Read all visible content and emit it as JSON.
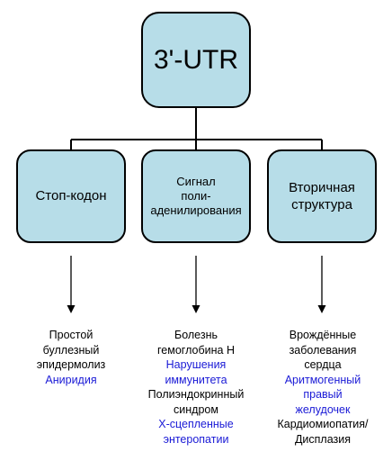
{
  "diagram": {
    "root": {
      "label": "3'-UTR"
    },
    "nodes": [
      {
        "label": "Стоп-кодон"
      },
      {
        "label": "Сигнал\nполи-\nаденилирования"
      },
      {
        "label": "Вторичная\nструктура"
      }
    ],
    "descriptions": [
      [
        {
          "text": "Простой\nбуллезный\nэпидермолиз",
          "style": "plain"
        },
        {
          "text": "Аниридия",
          "style": "link"
        }
      ],
      [
        {
          "text": "Болезнь\nгемоглобина H",
          "style": "plain"
        },
        {
          "text": "Нарушения\nиммунитета",
          "style": "link"
        },
        {
          "text": "Полиэндокринный\nсиндром",
          "style": "plain"
        },
        {
          "text": "X-сцепленные\nэнтеропатии",
          "style": "link"
        }
      ],
      [
        {
          "text": "Врождённые\nзаболевания\nсердца",
          "style": "plain"
        },
        {
          "text": "Аритмогенный\nправый\nжелудочек",
          "style": "link"
        },
        {
          "text": "Кардиомиопатия/\nДисплазия",
          "style": "plain"
        }
      ]
    ]
  },
  "colors": {
    "box_fill": "#b7dde8",
    "box_border": "#000000",
    "plain_text": "#000000",
    "highlight_text": "#1a1ad6"
  }
}
